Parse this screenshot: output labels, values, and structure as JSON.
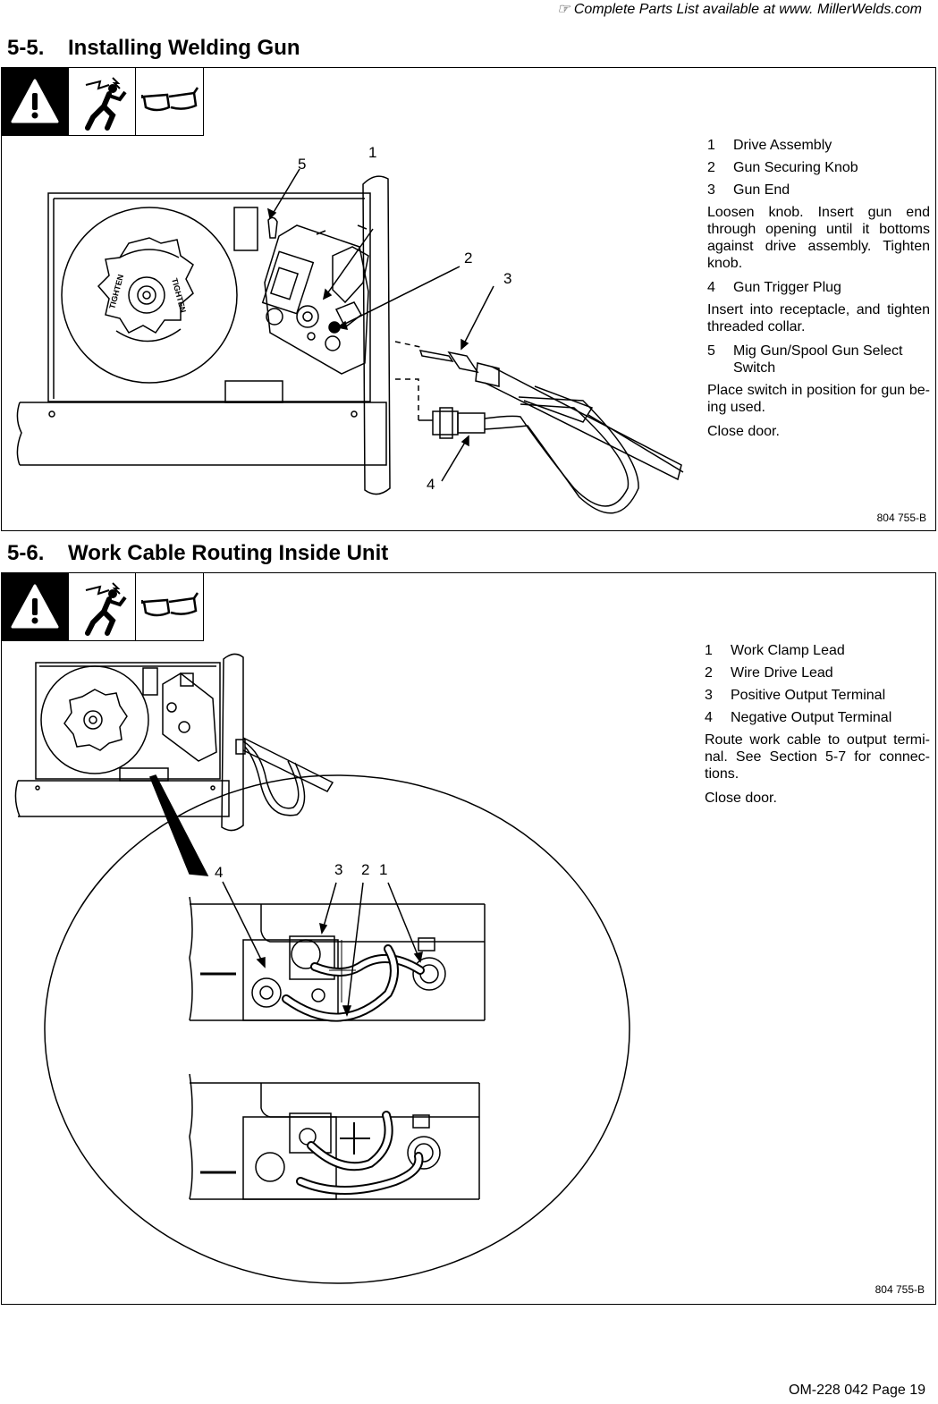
{
  "header": {
    "note": "☞ Complete Parts List available at www. MillerWelds.com"
  },
  "section1": {
    "number": "5-5.",
    "title": "Installing Welding Gun",
    "legend": [
      {
        "n": "1",
        "text": "Drive Assembly"
      },
      {
        "n": "2",
        "text": "Gun Securing Knob"
      },
      {
        "n": "3",
        "text": "Gun End"
      },
      {
        "para": "Loosen knob. Insert gun end through opening until it bottoms against drive assembly. Tighten knob."
      },
      {
        "n": "4",
        "text": "Gun Trigger Plug"
      },
      {
        "para": "Insert into receptacle, and tighten threaded collar."
      },
      {
        "n": "5",
        "text": "Mig Gun/Spool Gun Select Switch"
      },
      {
        "para": "Place switch in position for gun be-ing used."
      },
      {
        "para": "Close door."
      }
    ],
    "callouts": [
      "1",
      "2",
      "3",
      "4",
      "5"
    ],
    "knob_text": "TIGHTEN",
    "fig_id": "804 755-B"
  },
  "section2": {
    "number": "5-6.",
    "title": "Work Cable Routing Inside Unit",
    "legend": [
      {
        "n": "1",
        "text": "Work Clamp Lead"
      },
      {
        "n": "2",
        "text": "Wire Drive Lead"
      },
      {
        "n": "3",
        "text": "Positive Output Terminal"
      },
      {
        "n": "4",
        "text": "Negative Output Terminal"
      },
      {
        "para": "Route work cable to output termi-nal. See Section 5-7 for connec-tions."
      },
      {
        "para": "Close door."
      }
    ],
    "callouts": [
      "4",
      "3",
      "2",
      "1"
    ],
    "fig_id": "804 755-B"
  },
  "footer": {
    "page": "OM-228 042 Page 19"
  }
}
